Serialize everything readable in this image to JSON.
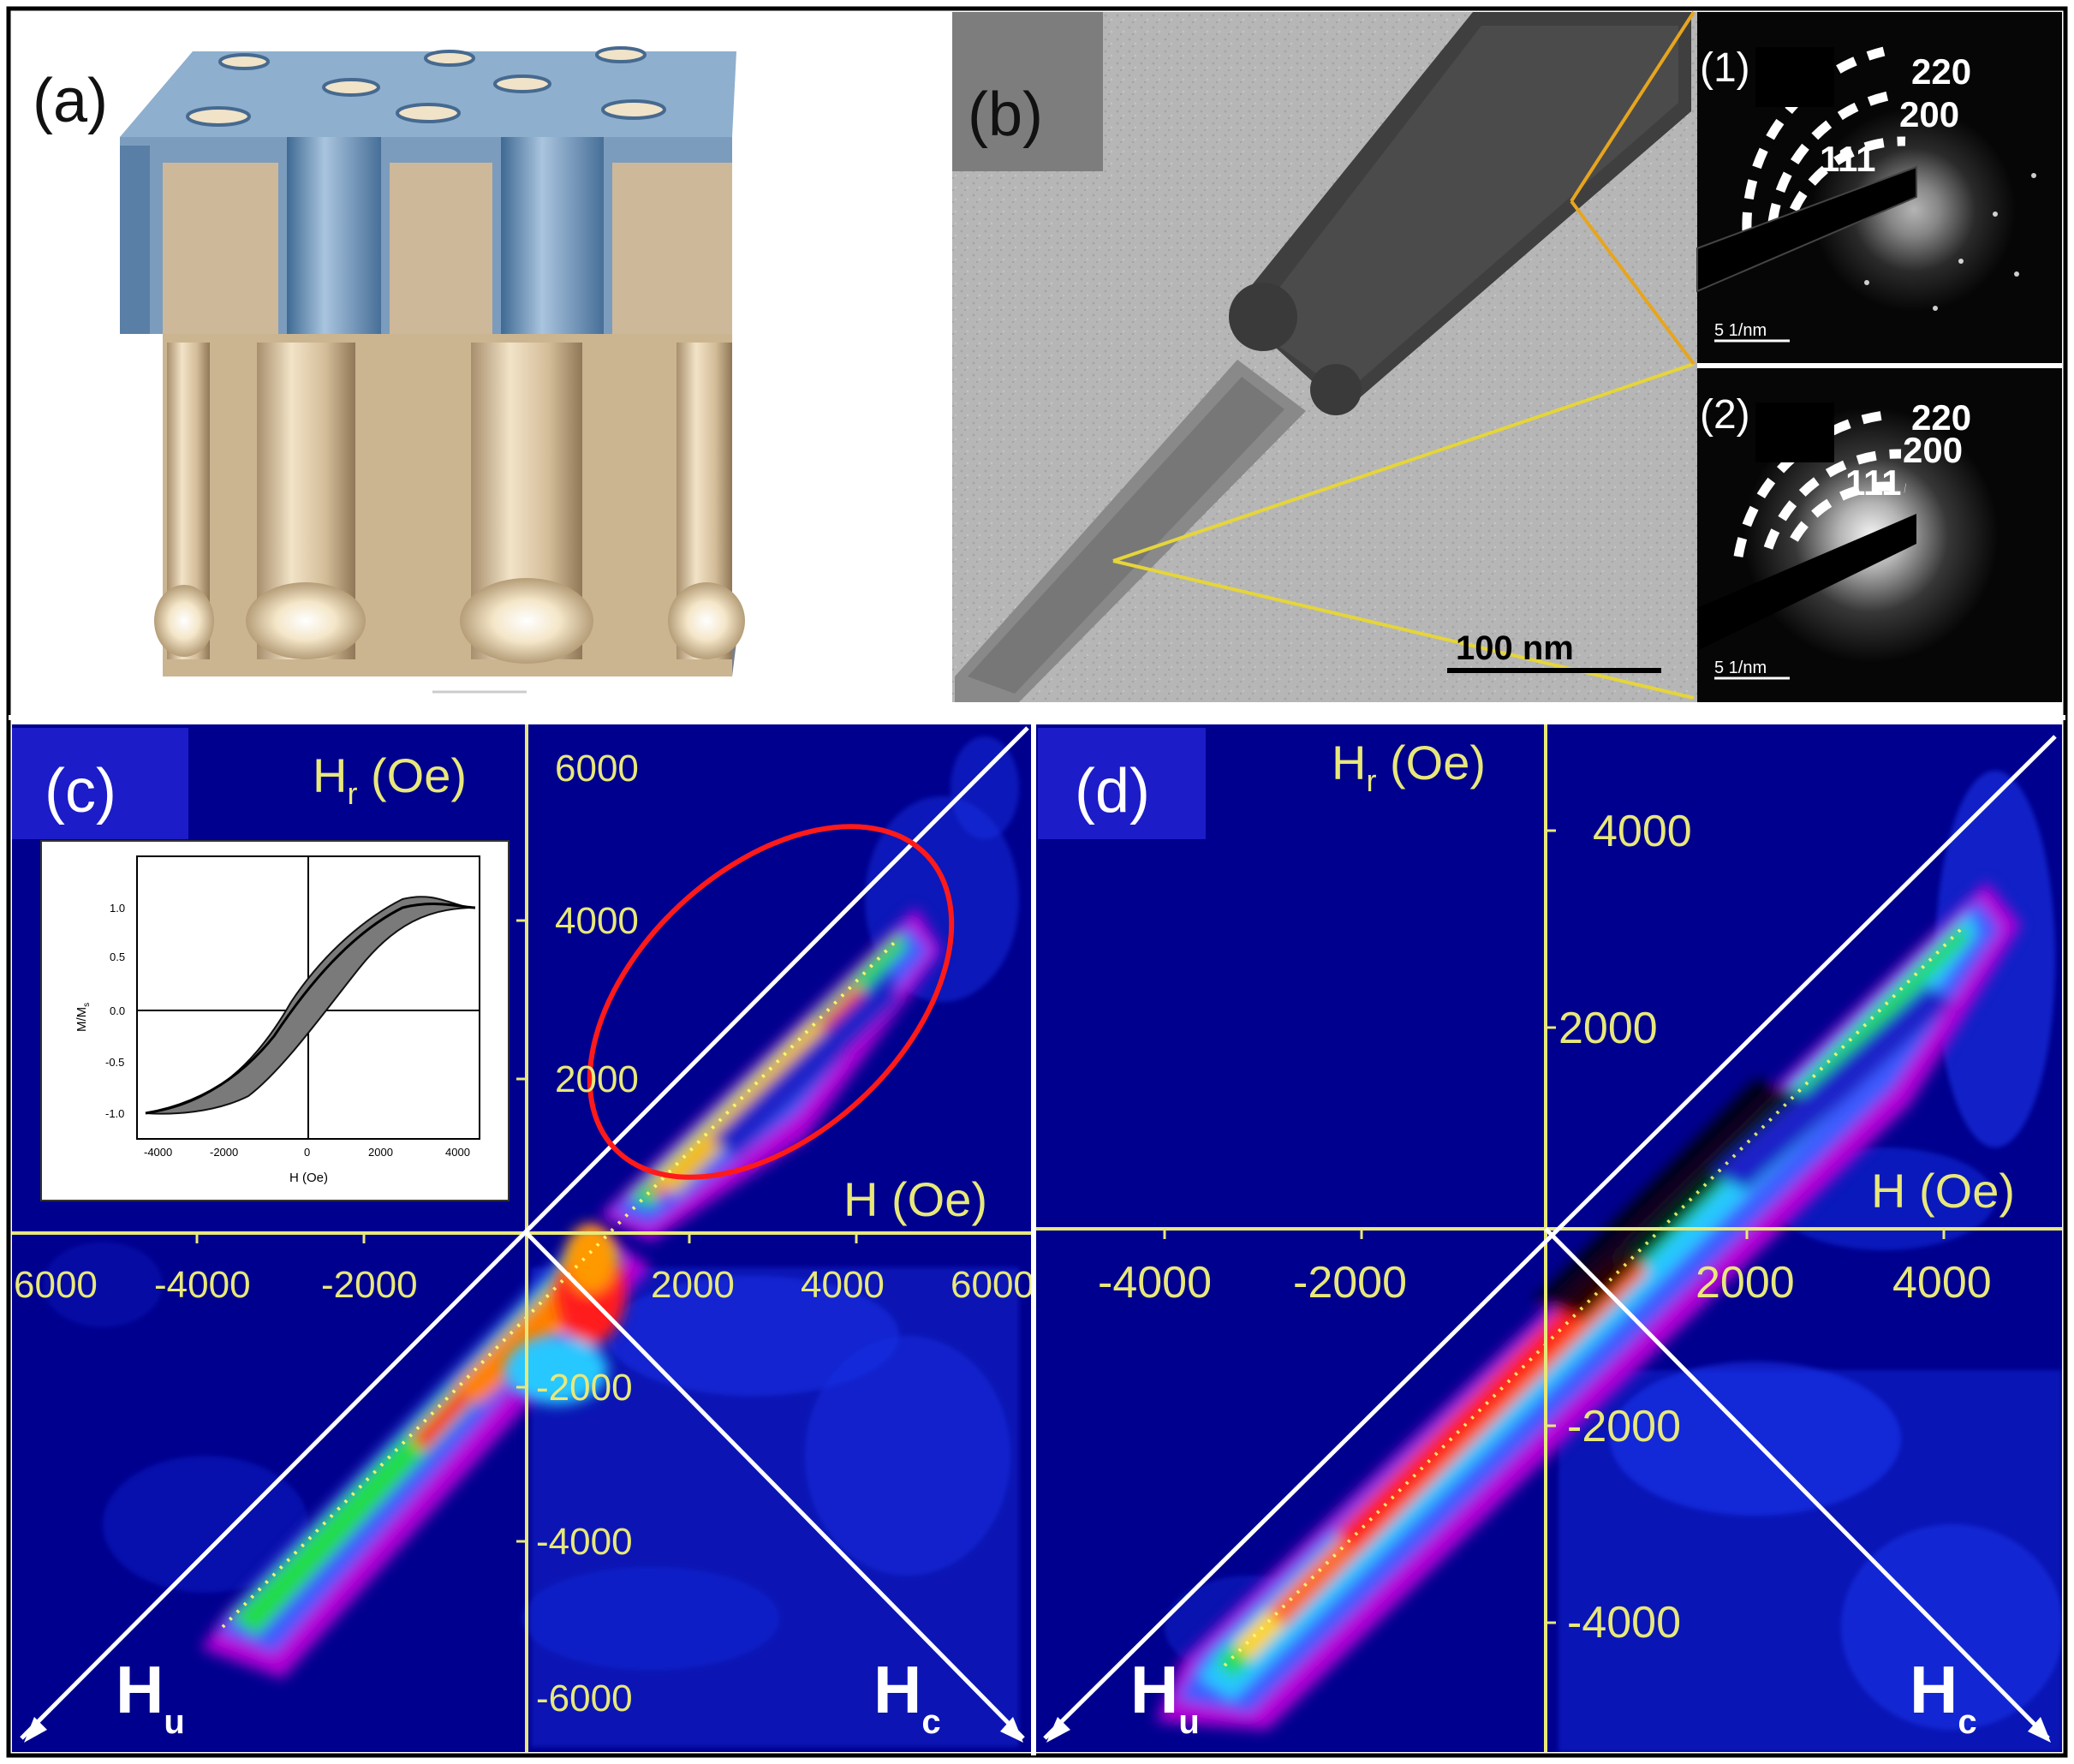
{
  "panels": {
    "a": {
      "label": "(a)"
    },
    "b": {
      "label": "(b)",
      "scalebar": "100 nm",
      "inset1": {
        "label": "(1)",
        "rings": [
          "220",
          "200",
          "111"
        ],
        "scale": "5 1/nm"
      },
      "inset2": {
        "label": "(2)",
        "rings": [
          "220",
          "200",
          "111"
        ],
        "scale": "5 1/nm"
      }
    },
    "c": {
      "label": "(c)",
      "y_axis_label_main": "H",
      "y_axis_label_sub": "r",
      "y_axis_label_unit": " (Oe)",
      "x_axis_label": "H (Oe)",
      "corner_left_main": "H",
      "corner_left_sub": "u",
      "corner_right_main": "H",
      "corner_right_sub": "c",
      "x_ticks": [
        "6000",
        "-4000",
        "-2000",
        "2000",
        "4000",
        "6000"
      ],
      "y_ticks": [
        "6000",
        "4000",
        "2000",
        "-2000",
        "-4000",
        "-6000"
      ],
      "inset": {
        "ylabel": "M/M",
        "ylabel_sub": "s",
        "xlabel": "H (Oe)",
        "x_ticks": [
          "-4000",
          "-2000",
          "0",
          "2000",
          "4000"
        ],
        "y_ticks": [
          "1.0",
          "0.5",
          "0.0",
          "-0.5",
          "-1.0"
        ]
      }
    },
    "d": {
      "label": "(d)",
      "y_axis_label_main": "H",
      "y_axis_label_sub": "r",
      "y_axis_label_unit": " (Oe)",
      "x_axis_label": "H (Oe)",
      "corner_left_main": "H",
      "corner_left_sub": "u",
      "corner_right_main": "H",
      "corner_right_sub": "c",
      "x_ticks": [
        "-4000",
        "-2000",
        "2000",
        "4000"
      ],
      "y_ticks": [
        "4000",
        "2000",
        "-2000",
        "-4000"
      ]
    }
  },
  "colors": {
    "forc_background": "#00008f",
    "axis": "#e8e87a",
    "diagonal": "#ffffff",
    "highlight": "#ff1a1a",
    "label_box": "#1c1cc8",
    "tem_label_box": "#7d7d7d",
    "membrane_top": "#6f90b4",
    "membrane_wall": "#cdb89a"
  }
}
